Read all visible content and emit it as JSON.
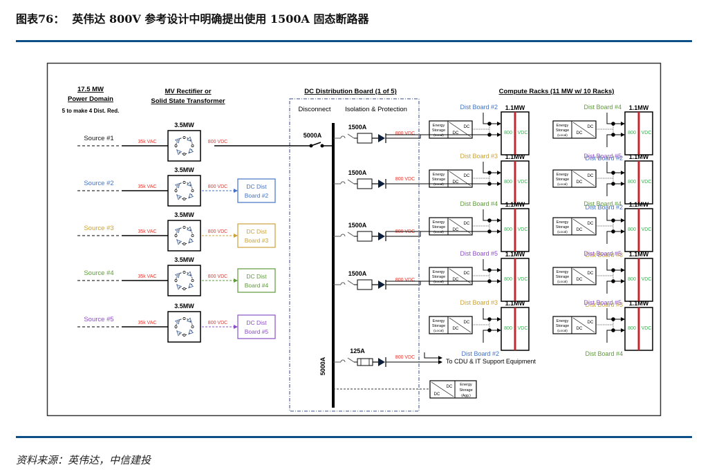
{
  "figure": {
    "title": "图表76：  英伟达 800V 参考设计中明确提出使用 1500A 固态断路器",
    "source": "资料来源：英伟达，中信建投"
  },
  "colors": {
    "rule": "#0b4f86",
    "red_label": "#e8332a",
    "green_label": "#2fb34a",
    "rack_bar": "#c0282d",
    "board2": "#4472c4",
    "board3": "#c9a23a",
    "board4": "#5e9a3a",
    "board5": "#8a4fc4",
    "source1": "#111111"
  },
  "headers": {
    "power_domain_line1": "17.5 MW",
    "power_domain_line2": "Power Domain",
    "power_domain_note": "5 to make 4 Dist. Red.",
    "rectifier_line1": "MV Rectifier or",
    "rectifier_line2": "Solid State Transformer",
    "dc_board": "DC Distribution Board (1 of 5)",
    "disconnect": "Disconnect",
    "isolation": "Isolation & Protection",
    "compute": "Compute Racks (11 MW w/ 10 Racks)"
  },
  "sources": [
    {
      "label": "Source #1",
      "ac": "35k VAC",
      "rating": "3.5MW",
      "dc": "800 VDC",
      "board": null,
      "color_key": "source1"
    },
    {
      "label": "Source #2",
      "ac": "35k VAC",
      "rating": "3.5MW",
      "dc": "800 VDC",
      "board": "DC Dist|Board #2",
      "color_key": "board2"
    },
    {
      "label": "Source #3",
      "ac": "35k VAC",
      "rating": "3.5MW",
      "dc": "800 VDC",
      "board": "DC Dist|Board #3",
      "color_key": "board3"
    },
    {
      "label": "Source #4",
      "ac": "35k VAC",
      "rating": "3.5MW",
      "dc": "800 VDC",
      "board": "DC Dist|Board #4",
      "color_key": "board4"
    },
    {
      "label": "Source #5",
      "ac": "35k VAC",
      "rating": "3.5MW",
      "dc": "800 VDC",
      "board": "DC Dist|Board #5",
      "color_key": "board5"
    }
  ],
  "main_disconnect": {
    "rating": "5000A"
  },
  "bus": {
    "rating": "5000A"
  },
  "breakers": [
    {
      "rating": "1500A",
      "voltage": "800 VDC"
    },
    {
      "rating": "1500A",
      "voltage": "800 VDC"
    },
    {
      "rating": "1500A",
      "voltage": "800 VDC"
    },
    {
      "rating": "1500A",
      "voltage": "800 VDC"
    },
    {
      "rating": "125A",
      "voltage": "800 VDC",
      "destination": "To CDU & IT Support Equipment"
    }
  ],
  "aggregate_storage": {
    "dc_in": "DC",
    "dc_out": "DC",
    "label_lines": [
      "Energy",
      "Storage",
      "(Agg.)"
    ]
  },
  "racks": {
    "rating": "1.1MW",
    "voltage_left": "800",
    "voltage_right": "VDC",
    "storage": {
      "dc_in": "DC",
      "dc_out": "DC",
      "label_lines": [
        "Energy",
        "Storage",
        "(Local)"
      ]
    },
    "left_column": [
      {
        "top_feed": "Dist Board #2",
        "bottom_feed": null
      },
      {
        "top_feed": "Dist Board #3",
        "bottom_feed": null
      },
      {
        "top_feed": "Dist Board #4",
        "bottom_feed": null
      },
      {
        "top_feed": "Dist Board #5",
        "bottom_feed": null
      },
      {
        "top_feed": "Dist Board #3",
        "bottom_feed": "Dist Board #2"
      }
    ],
    "right_column": [
      {
        "top_feed": "Dist Board #4",
        "bottom_feed": "Dist Board #2"
      },
      {
        "top_feed": "Dist Board #5",
        "bottom_feed": "Dist Board #2"
      },
      {
        "top_feed": "Dist Board #4",
        "bottom_feed": "Dist Board #3"
      },
      {
        "top_feed": "Dist Board #5",
        "bottom_feed": "Dist Board #3"
      },
      {
        "top_feed": "Dist Board #5",
        "bottom_feed": "Dist Board #4"
      }
    ]
  }
}
